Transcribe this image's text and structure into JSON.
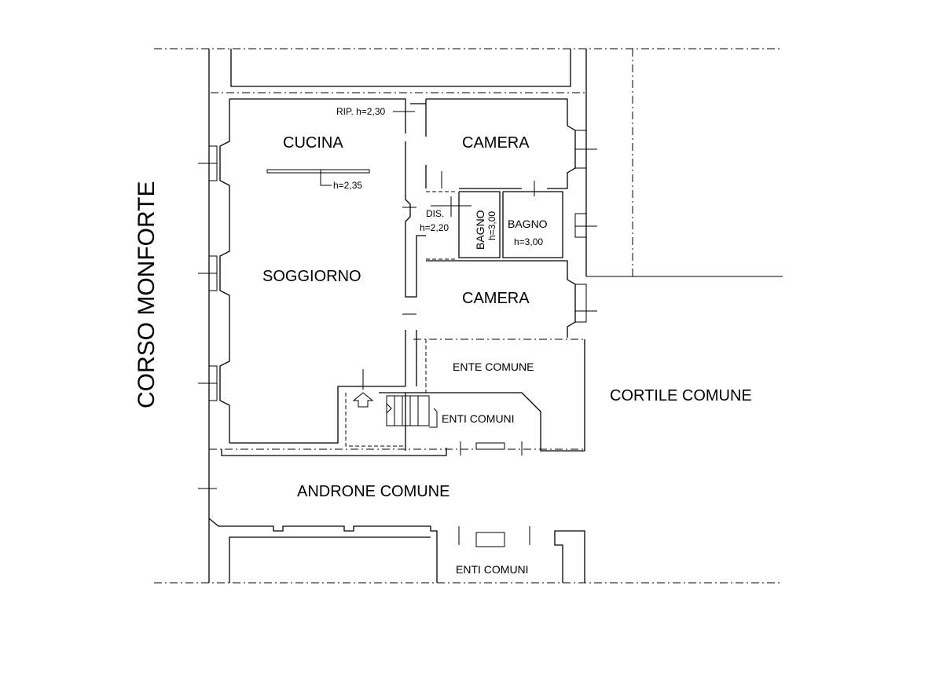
{
  "plan": {
    "street": "CORSO MONFORTE",
    "courtyard": "CORTILE  COMUNE",
    "rooms": {
      "cucina": "CUCINA",
      "soggiorno": "SOGGIORNO",
      "camera_top": "CAMERA",
      "camera_mid": "CAMERA",
      "bagno_vertical": "BAGNO",
      "bagno_vertical_height": "h=3,00",
      "bagno_right": "BAGNO",
      "bagno_right_height": "h=3,00",
      "dis": "DIS.",
      "dis_height": "h=2,20",
      "rip": "RIP. h=2,30",
      "cucina_height": "h=2,35",
      "ente_comune": "ENTE COMUNE",
      "enti_comuni_stairs": "ENTI COMUNI",
      "androne": "ANDRONE COMUNE",
      "enti_comuni_bottom": "ENTI COMUNI"
    }
  }
}
